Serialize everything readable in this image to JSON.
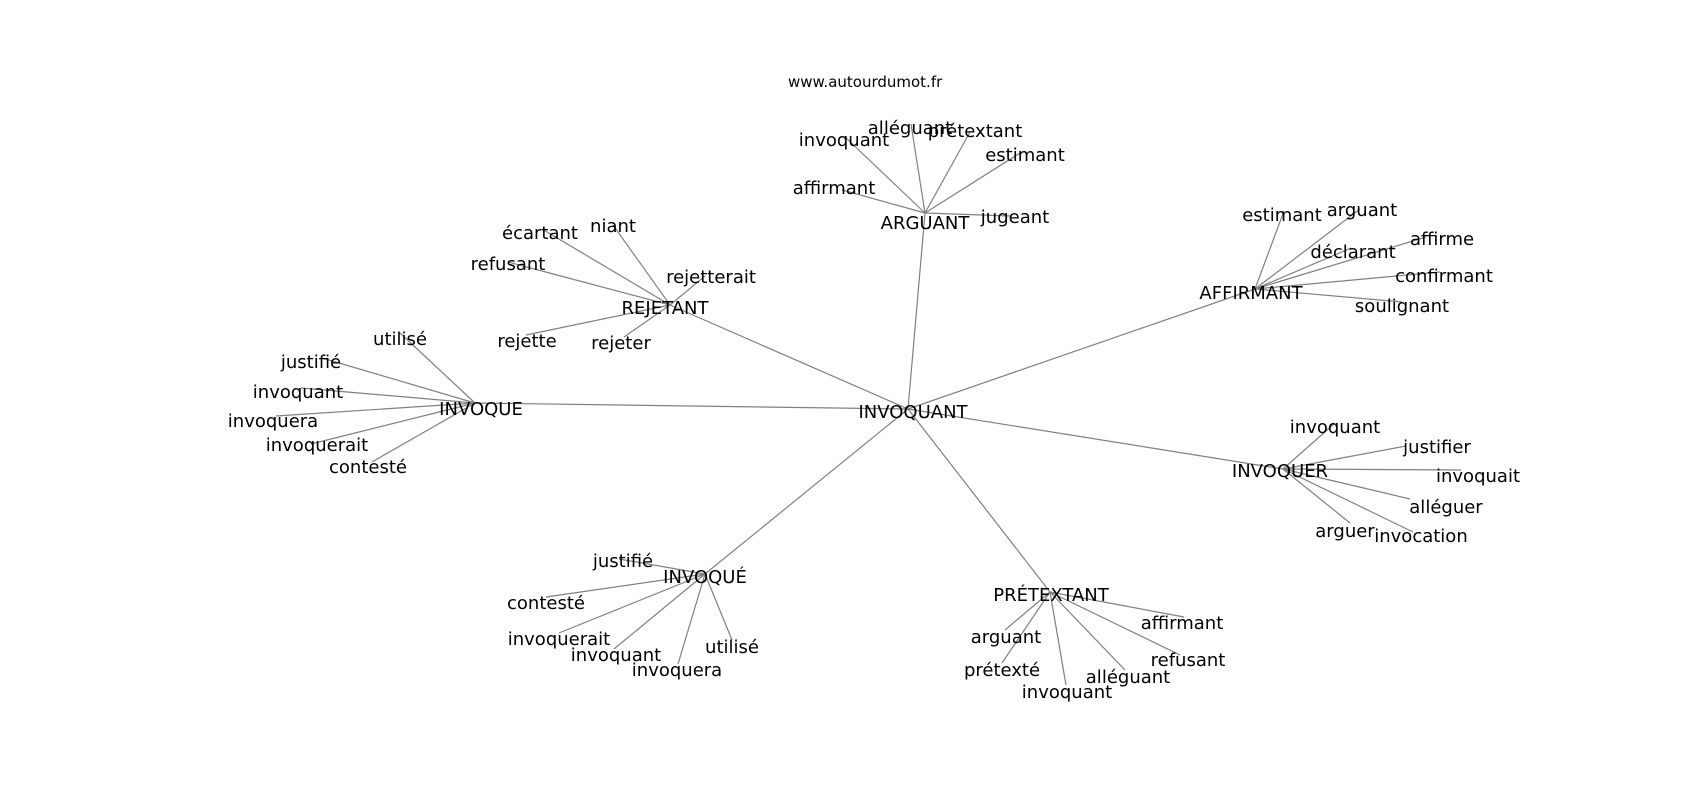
{
  "source": "www.autourdumot.fr",
  "graph": {
    "center": "INVOQUANT",
    "clusters": [
      {
        "hub": "ARGUANT",
        "leaves": [
          "invoquant",
          "alléguant",
          "prétextant",
          "estimant",
          "affirmant",
          "jugeant"
        ]
      },
      {
        "hub": "REJETANT",
        "leaves": [
          "écartant",
          "niant",
          "refusant",
          "rejetterait",
          "rejette",
          "rejeter"
        ]
      },
      {
        "hub": "AFFIRMANT",
        "leaves": [
          "estimant",
          "arguant",
          "affirme",
          "déclarant",
          "confirmant",
          "soulignant"
        ]
      },
      {
        "hub": "INVOQUE",
        "leaves": [
          "utilisé",
          "justifié",
          "invoquant",
          "invoquera",
          "invoquerait",
          "contesté"
        ]
      },
      {
        "hub": "INVOQUER",
        "leaves": [
          "invoquant",
          "justifier",
          "invoquait",
          "alléguer",
          "arguer",
          "invocation"
        ]
      },
      {
        "hub": "INVOQUÉ",
        "leaves": [
          "justifié",
          "contesté",
          "invoquerait",
          "invoquant",
          "invoquera",
          "utilisé"
        ]
      },
      {
        "hub": "PRÉTEXTANT",
        "leaves": [
          "arguant",
          "affirmant",
          "prétexté",
          "refusant",
          "alléguant",
          "invoquant"
        ]
      }
    ]
  }
}
